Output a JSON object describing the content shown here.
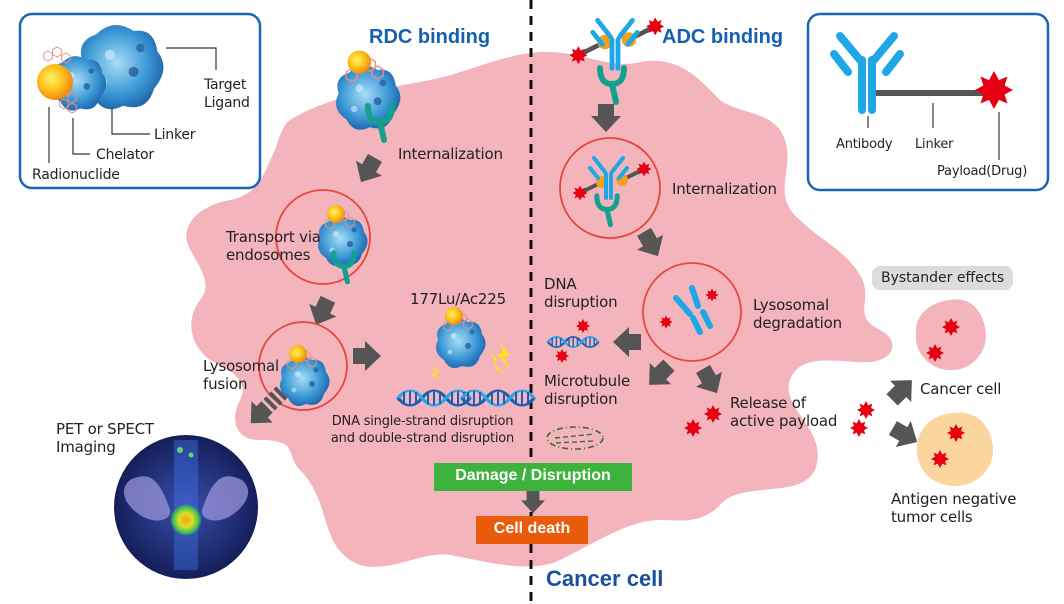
{
  "colors": {
    "cell": "#f4b4bc",
    "title_blue": "#1560b0",
    "panel_border": "#1a64b4",
    "arrow_gray": "#555555",
    "vesicle_red": "#e8453c",
    "receptor_teal": "#13a08e",
    "antibody_blue": "#1ea7e6",
    "payload_red": "#e60012",
    "linker_gray": "#555555",
    "damage_green": "#3db33d",
    "death_orange": "#ea5a0c",
    "bystander_pill": "#dcdcdc",
    "antigen_negative_cell": "#fbd59e"
  },
  "rdc_panel": {
    "labels": {
      "target_ligand": [
        "Target",
        "Ligand"
      ],
      "linker": "Linker",
      "chelator": "Chelator",
      "radionuclide": "Radionuclide"
    }
  },
  "adc_panel": {
    "labels": {
      "antibody": "Antibody",
      "linker": "Linker",
      "payload": "Payload(Drug)"
    }
  },
  "rdc_pathway": {
    "title": "RDC binding",
    "steps": {
      "internalization": "Internalization",
      "transport": [
        "Transport via",
        "endosomes"
      ],
      "lysosomal_fusion": [
        "Lysosomal",
        "fusion"
      ],
      "isotopes": "177Lu/Ac225",
      "dna_damage": [
        "DNA single-strand disruption",
        "and double-strand disruption"
      ],
      "imaging": [
        "PET or SPECT",
        "Imaging"
      ]
    }
  },
  "adc_pathway": {
    "title": "ADC binding",
    "steps": {
      "internalization": "Internalization",
      "lysosomal_degradation": [
        "Lysosomal",
        "degradation"
      ],
      "dna_disruption": [
        "DNA",
        "disruption"
      ],
      "microtubule_disruption": [
        "Microtubule",
        "disruption"
      ],
      "payload_release": [
        "Release of",
        "active payload"
      ]
    }
  },
  "bystander": {
    "title": "Bystander effects",
    "cancer_cell": "Cancer cell",
    "antigen_negative": [
      "Antigen negative",
      "tumor cells"
    ]
  },
  "outcome": {
    "damage": "Damage / Disruption",
    "death": "Cell death"
  },
  "cell_label": "Cancer cell"
}
